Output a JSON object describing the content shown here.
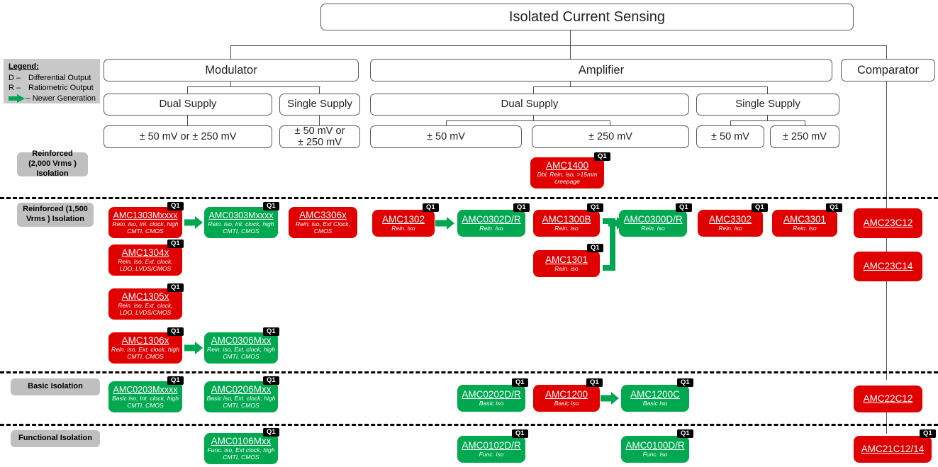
{
  "title": "Isolated Current Sensing",
  "legend": {
    "heading": "Legend:",
    "rows": [
      {
        "key": "D –",
        "text": "Differential Output"
      },
      {
        "key": "R –",
        "text": "Ratiometric Output"
      }
    ],
    "arrow_text": "–  Newer Generation",
    "arrow_icon": "green-arrow-icon"
  },
  "tree": {
    "root": "Isolated Current Sensing",
    "level1": [
      {
        "label": "Modulator"
      },
      {
        "label": "Amplifier"
      },
      {
        "label": "Comparator"
      }
    ],
    "level2": [
      {
        "label": "Dual Supply"
      },
      {
        "label": "Single Supply"
      },
      {
        "label": "Dual Supply"
      },
      {
        "label": "Single Supply"
      }
    ],
    "level3": [
      {
        "label": "± 50 mV or ± 250 mV"
      },
      {
        "label": "± 50 mV or\n± 250 mV"
      },
      {
        "label": "± 50 mV"
      },
      {
        "label": "± 250 mV"
      },
      {
        "label": "± 50 mV"
      },
      {
        "label": "± 250 mV"
      }
    ]
  },
  "rows": [
    {
      "id": "reinforced-2000",
      "label": "Reinforced (2,000 Vrms ) Isolation"
    },
    {
      "id": "reinforced-1500",
      "label": "Reinforced (1,500 Vrms ) Isolation"
    },
    {
      "id": "basic",
      "label": "Basic Isolation"
    },
    {
      "id": "functional",
      "label": "Functional Isolation"
    }
  ],
  "badge": {
    "q1": "Q1"
  },
  "colors": {
    "red": "#e00000",
    "green": "#00a84f",
    "arrow_green": "#00a651",
    "row_label_gray": "#bfbfbf",
    "legend_gray": "#c8c8c8",
    "line_gray": "#4d4d4f"
  },
  "devices": [
    {
      "id": "amc1400",
      "name": "AMC1400",
      "sub": "Dbl. Rein. iso, >15mm creepage",
      "color": "red",
      "q1": true
    },
    {
      "id": "amc1303mxxxx",
      "name": "AMC1303Mxxxx",
      "sub": "Rein. iso, Int. clock, high CMTI, CMOS",
      "color": "red",
      "q1": true
    },
    {
      "id": "amc0303mxxxx",
      "name": "AMC0303Mxxxx",
      "sub": "Rein. iso, Int. clock, high CMTI, CMOS",
      "color": "green",
      "q1": true
    },
    {
      "id": "amc3306x",
      "name": "AMC3306x",
      "sub": "Rein. iso, Ext Clock, CMOS",
      "color": "red",
      "q1": false
    },
    {
      "id": "amc1302",
      "name": "AMC1302",
      "sub": "Rein. iso",
      "color": "red",
      "q1": true
    },
    {
      "id": "amc0302dr",
      "name": "AMC0302D/R",
      "sub": "Rein. iso",
      "color": "green",
      "q1": true
    },
    {
      "id": "amc1300b",
      "name": "AMC1300B",
      "sub": "Rein. iso",
      "color": "red",
      "q1": true
    },
    {
      "id": "amc0300dr",
      "name": "AMC0300D/R",
      "sub": "Rein. iso",
      "color": "green",
      "q1": true
    },
    {
      "id": "amc3302",
      "name": "AMC3302",
      "sub": "Rein. iso",
      "color": "red",
      "q1": true
    },
    {
      "id": "amc3301",
      "name": "AMC3301",
      "sub": "Rein. iso",
      "color": "red",
      "q1": true
    },
    {
      "id": "amc23c12",
      "name": "AMC23C12",
      "sub": "",
      "color": "red",
      "q1": false
    },
    {
      "id": "amc1304x",
      "name": "AMC1304x",
      "sub": "Rein. iso, Ext. clock, LDO, LVDS/CMOS",
      "color": "red",
      "q1": true
    },
    {
      "id": "amc1301",
      "name": "AMC1301",
      "sub": "Rein. iso",
      "color": "red",
      "q1": true
    },
    {
      "id": "amc23c14",
      "name": "AMC23C14",
      "sub": "",
      "color": "red",
      "q1": false
    },
    {
      "id": "amc1305x",
      "name": "AMC1305x",
      "sub": "Rein. iso, Ext. clock, LDO, LVDS/CMOS",
      "color": "red",
      "q1": true
    },
    {
      "id": "amc1306x",
      "name": "AMC1306x",
      "sub": "Rein. iso, Ext. clock, high CMTI, CMOS",
      "color": "red",
      "q1": true
    },
    {
      "id": "amc0306mxx",
      "name": "AMC0306Mxx",
      "sub": "Rein. iso, Ext. clock, high CMTI, CMOS",
      "color": "green",
      "q1": true
    },
    {
      "id": "amc0203mxxxx",
      "name": "AMC0203Mxxxx",
      "sub": "Basic iso, Int. clock, high CMTI, CMOS",
      "color": "green",
      "q1": true
    },
    {
      "id": "amc0206mxx",
      "name": "AMC0206Mxx",
      "sub": "Basic iso, Ext. clock, high CMTI, CMOS",
      "color": "green",
      "q1": true
    },
    {
      "id": "amc0202dr",
      "name": "AMC0202D/R",
      "sub": "Basic iso",
      "color": "green",
      "q1": true
    },
    {
      "id": "amc1200",
      "name": "AMC1200",
      "sub": "Basic iso",
      "color": "red",
      "q1": true
    },
    {
      "id": "amc1200c",
      "name": "AMC1200C",
      "sub": "Basic iso",
      "color": "green",
      "q1": true
    },
    {
      "id": "amc22c12",
      "name": "AMC22C12",
      "sub": "",
      "color": "red",
      "q1": false
    },
    {
      "id": "amc0106mxx",
      "name": "AMC0106Mxx",
      "sub": "Func. iso, Ext clock, high CMTI, CMOS",
      "color": "green",
      "q1": true
    },
    {
      "id": "amc0102dr",
      "name": "AMC0102D/R",
      "sub": "Func. iso",
      "color": "green",
      "q1": true
    },
    {
      "id": "amc0100dr",
      "name": "AMC0100D/R",
      "sub": "Func. iso",
      "color": "green",
      "q1": true
    },
    {
      "id": "amc21c1214",
      "name": "AMC21C12/14",
      "sub": "",
      "color": "red",
      "q1": true
    }
  ]
}
